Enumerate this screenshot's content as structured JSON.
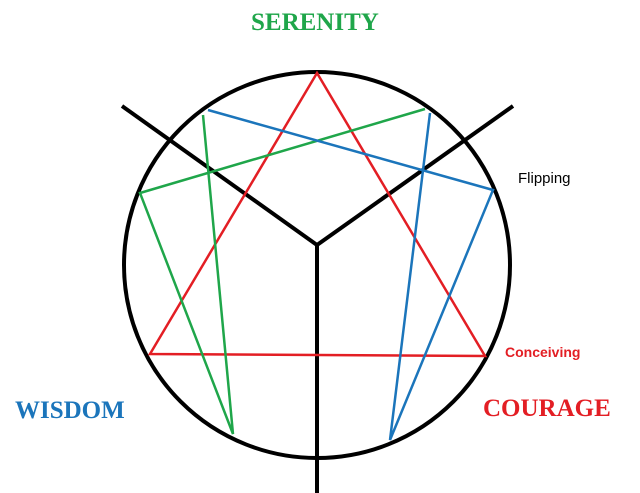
{
  "labels": {
    "serenity": "SERENITY",
    "wisdom": "WISDOM",
    "courage": "COURAGE",
    "flipping": "Flipping",
    "conceiving": "Conceiving"
  },
  "colors": {
    "serenity": "#1fa64a",
    "wisdom": "#1b75bb",
    "courage": "#e31e24",
    "lines": "#000000"
  }
}
